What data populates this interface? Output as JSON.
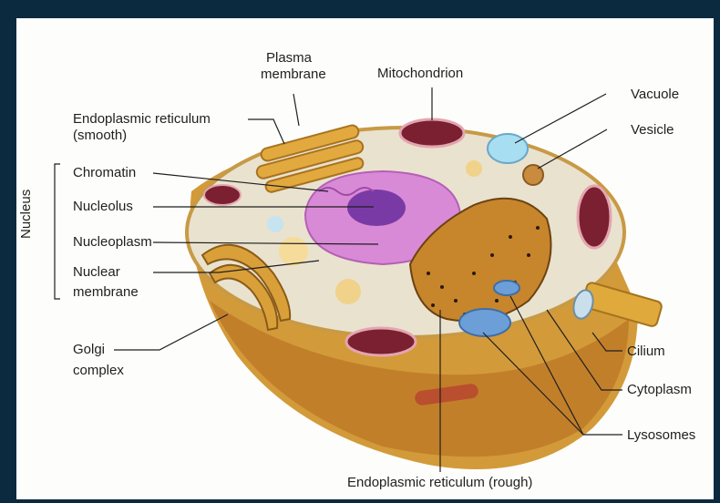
{
  "labels": {
    "plasma_membrane_1": "Plasma",
    "plasma_membrane_2": "membrane",
    "mitochondrion": "Mitochondrion",
    "vacuole": "Vacuole",
    "vesicle": "Vesicle",
    "er_smooth_1": "Endoplasmic reticulum",
    "er_smooth_2": "(smooth)",
    "chromatin": "Chromatin",
    "nucleolus": "Nucleolus",
    "nucleoplasm": "Nucleoplasm",
    "nuclear_membrane_1": "Nuclear",
    "nuclear_membrane_2": "membrane",
    "nucleus_group": "Nucleus",
    "golgi_1": "Golgi",
    "golgi_2": "complex",
    "cilium": "Cilium",
    "cytoplasm": "Cytoplasm",
    "lysosomes": "Lysosomes",
    "er_rough": "Endoplasmic reticulum (rough)"
  }
}
